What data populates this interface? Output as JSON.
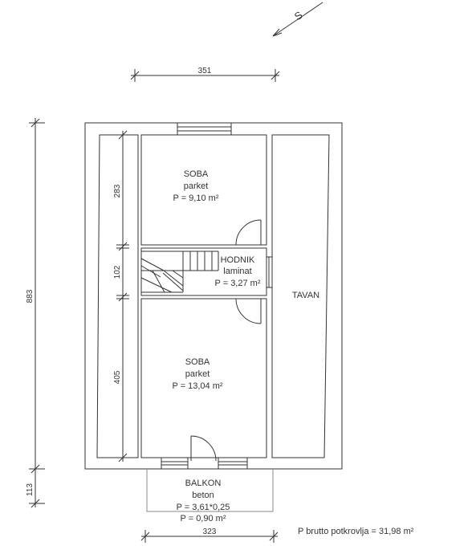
{
  "north_arrow": {
    "label": "S"
  },
  "dimensions": {
    "top_width": "351",
    "total_height": "883",
    "room_top_height": "283",
    "stair_height": "102",
    "room_bottom_height": "405",
    "balcony_height": "113",
    "bottom_width": "323"
  },
  "rooms": {
    "soba_top": {
      "name": "SOBA",
      "floor": "parket",
      "area": "P = 9,10 m²"
    },
    "hodnik": {
      "name": "HODNIK",
      "floor": "laminat",
      "area": "P = 3,27 m²"
    },
    "tavan": {
      "name": "TAVAN"
    },
    "soba_bottom": {
      "name": "SOBA",
      "floor": "parket",
      "area": "P = 13,04 m²"
    },
    "balkon": {
      "name": "BALKON",
      "floor": "beton",
      "area_formula": "P = 3,61*0,25",
      "area": "P = 0,90 m²"
    }
  },
  "summary": {
    "gross_area": "P brutto  potkrovlja = 31,98 m²"
  }
}
